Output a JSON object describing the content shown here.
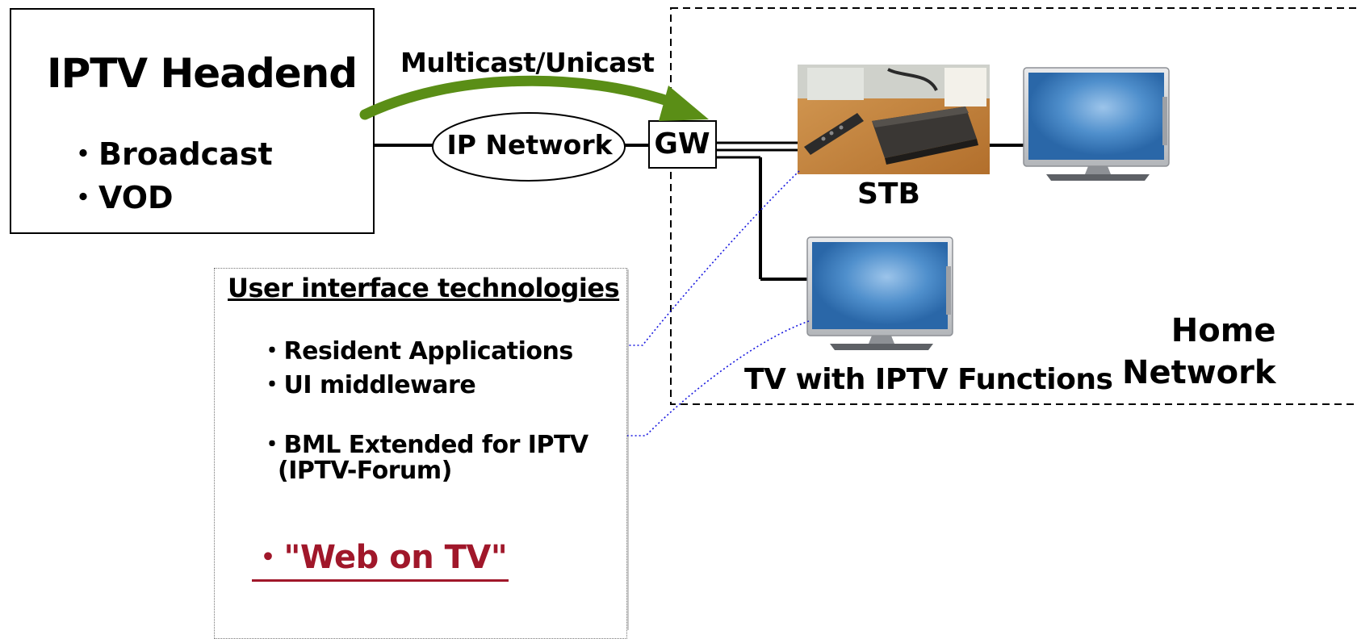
{
  "headend": {
    "title": "IPTV Headend",
    "bullets": [
      "・Broadcast",
      "・VOD"
    ]
  },
  "network": {
    "multicast_label": "Multicast/Unicast",
    "ip_network_label": "IP Network",
    "gateway_label": "GW"
  },
  "home": {
    "stb_label": "STB",
    "tv2_label": "TV with IPTV Functions",
    "network_label": "Home\nNetwork"
  },
  "ui_panel": {
    "title": "User interface technologies",
    "items": [
      "・Resident Applications",
      "・UI middleware",
      "・BML Extended for IPTV",
      "(IPTV-Forum)"
    ],
    "web_on_tv": "・\"Web on TV\""
  },
  "colors": {
    "arrow_green": "#5a8e16",
    "pointer_blue": "#1a1ae0",
    "web_red": "#a0172a",
    "tv_screen": "#2f73b2"
  },
  "icons": [
    "stb-photo",
    "tv-monitor-icon"
  ]
}
